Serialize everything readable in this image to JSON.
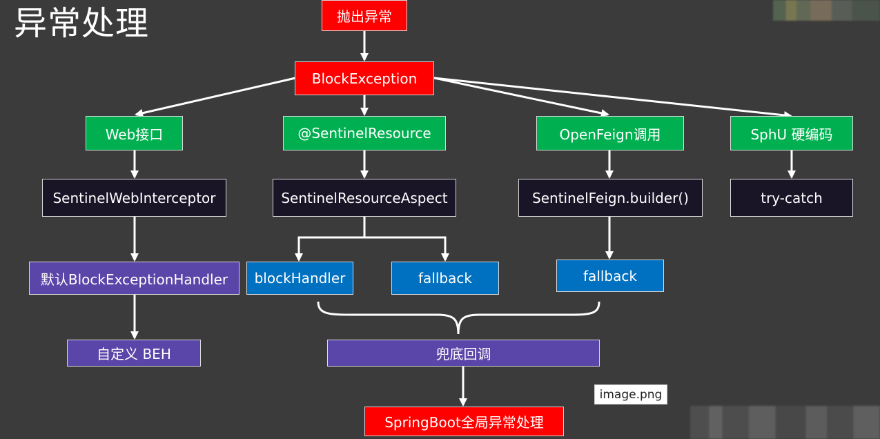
{
  "header": {
    "title": "异常处理"
  },
  "nodes": {
    "throw_exception": "抛出异常",
    "block_exception": "BlockException",
    "web_interface": "Web接口",
    "sentinel_resource": "@SentinelResource",
    "openfeign_call": "OpenFeign调用",
    "sphu_hardcode": "SphU 硬编码",
    "sentinel_web_interceptor": "SentinelWebInterceptor",
    "sentinel_resource_aspect": "SentinelResourceAspect",
    "sentinel_feign_builder": "SentinelFeign.builder()",
    "try_catch": "try-catch",
    "default_block_exception_handler": "默认BlockExceptionHandler",
    "block_handler": "blockHandler",
    "fallback_resource": "fallback",
    "fallback_feign": "fallback",
    "custom_beh": "自定义 BEH",
    "fallback_callback": "兜底回调",
    "springboot_global_handling": "SpringBoot全局异常处理"
  },
  "overlay": {
    "tooltip": "image.png"
  },
  "colors": {
    "background": "#3b3b3b",
    "red": "#ff0000",
    "green": "#00b050",
    "dark": "#1a1427",
    "purple": "#5a45a8",
    "blue": "#0070c0",
    "connector": "#ffffff"
  }
}
